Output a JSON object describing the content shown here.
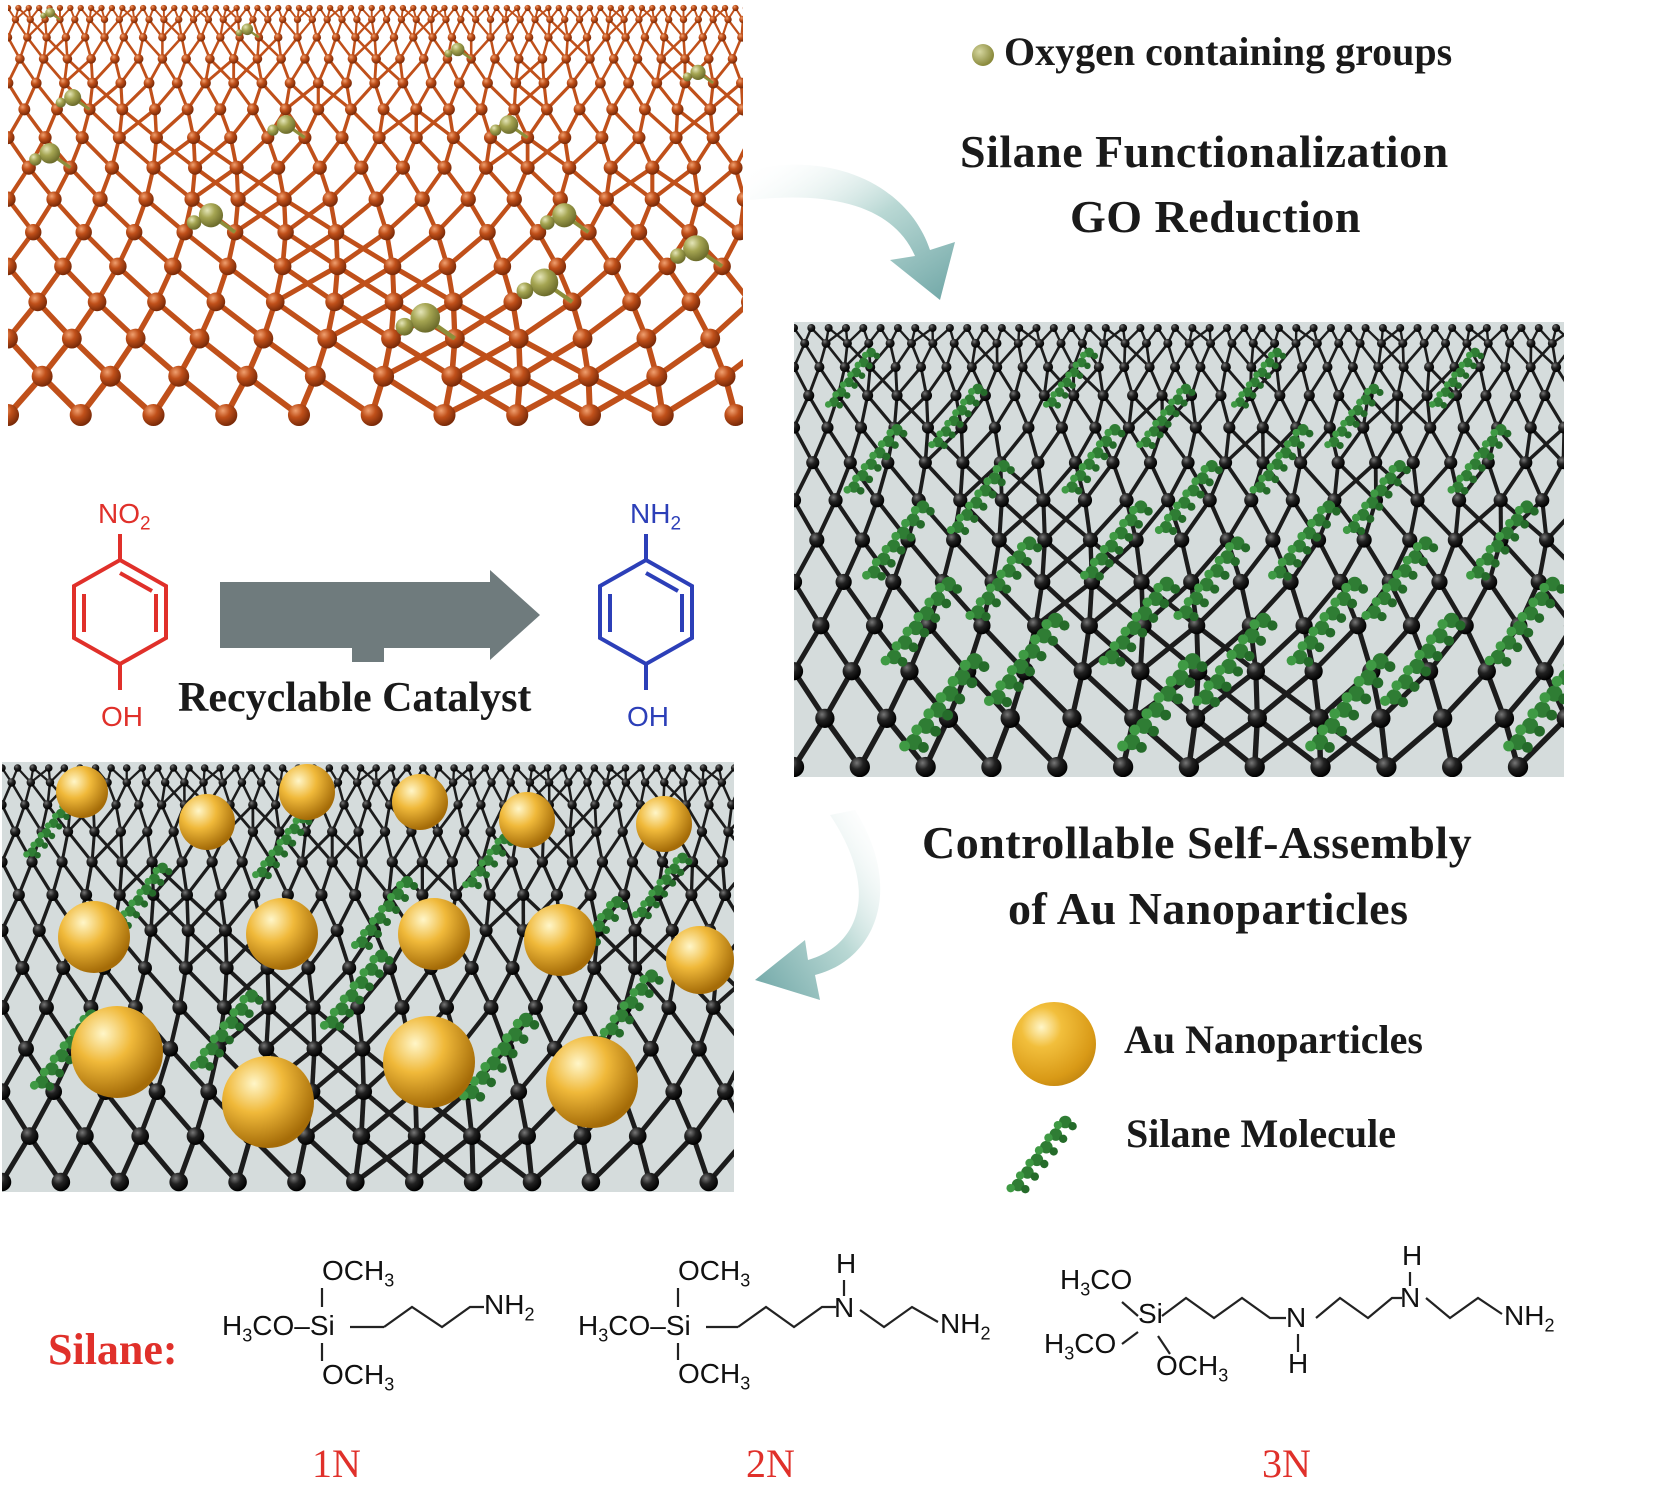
{
  "legend": {
    "oxygen_groups": "Oxygen containing groups",
    "au_nanoparticles": "Au Nanoparticles",
    "silane_molecule": "Silane Molecule"
  },
  "steps": {
    "step1_line1": "Silane Functionalization",
    "step1_line2": "GO Reduction",
    "step2_line1": "Controllable Self-Assembly",
    "step2_line2": "of Au Nanoparticles"
  },
  "reaction": {
    "reactant_top": "NO",
    "reactant_top_sub": "2",
    "reactant_bottom": "OH",
    "product_top": "NH",
    "product_top_sub": "2",
    "product_bottom": "OH",
    "catalyst": "Recyclable Catalyst"
  },
  "silanes": {
    "label": "Silane:",
    "codes": [
      "1N",
      "2N",
      "3N"
    ]
  },
  "colors": {
    "go_sheet": "#c0501a",
    "oxygen_group": "#9a9a4a",
    "graphene": "#1c1c1c",
    "silane": "#2f7d34",
    "gold": "#e6a321",
    "reactant": "#e0302a",
    "product": "#2c3fb8",
    "arrow_gray": "#6f7b7d"
  }
}
